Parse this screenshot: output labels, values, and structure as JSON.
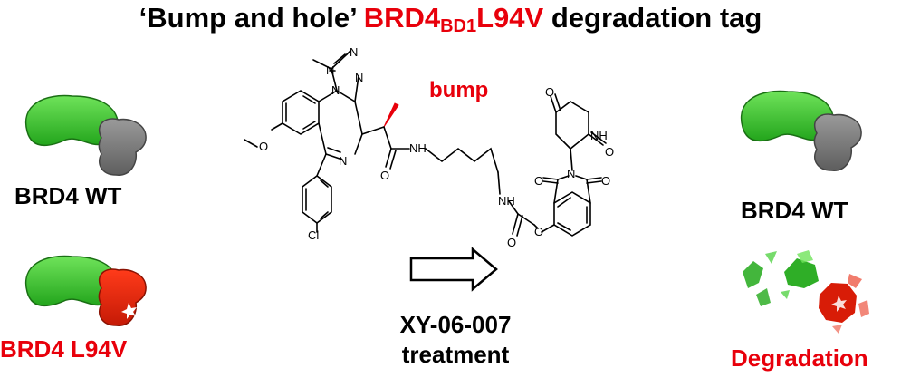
{
  "title": {
    "quote_open": "‘",
    "part1": "Bump and hole’",
    "protein": "BRD4",
    "subscript": "BD1",
    "mutation": "L94V",
    "part2": "degradation tag"
  },
  "left": {
    "wt_label": "BRD4 WT",
    "mutant_label": "BRD4 L94V"
  },
  "right": {
    "wt_label": "BRD4 WT",
    "degradation_label": "Degradation"
  },
  "molecule": {
    "bump_label": "bump",
    "atoms": {
      "o_methoxy": "O",
      "cl": "Cl",
      "n": "N",
      "nh": "NH",
      "o": "O"
    }
  },
  "treatment": {
    "compound": "XY-06-007",
    "word": "treatment"
  },
  "colors": {
    "accent_red": "#e8000b",
    "protein_green": "#3dcc2e",
    "protein_gray": "#7f7f7f",
    "mutant_red": "#e8250b"
  }
}
